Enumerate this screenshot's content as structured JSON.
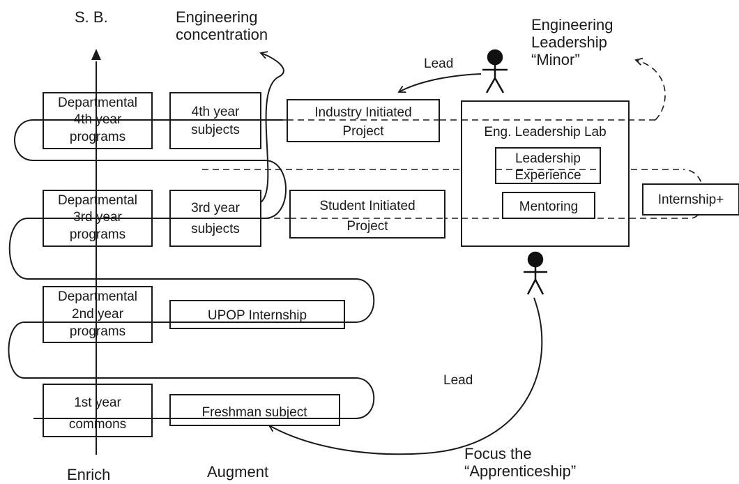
{
  "labels": {
    "axis_top": "S. B.",
    "axis_bottom_left": "Enrich",
    "axis_bottom_mid": "Augment",
    "eng_concentration_1": "Engineering",
    "eng_concentration_2": "concentration",
    "eng_minor_1": "Engineering",
    "eng_minor_2": "Leadership",
    "eng_minor_3": "“Minor”",
    "lead_top": "Lead",
    "lead_bottom": "Lead",
    "focus_1": "Focus the",
    "focus_2": "“Apprenticeship”"
  },
  "departmental": [
    {
      "line1": "Departmental",
      "line2": "4th year",
      "line3": "programs"
    },
    {
      "line1": "Departmental",
      "line2": "3rd year",
      "line3": "programs"
    },
    {
      "line1": "Departmental",
      "line2": "2nd year",
      "line3": "programs"
    },
    {
      "line1": "1st year",
      "line2": "commons"
    }
  ],
  "subjects": {
    "y4_line1": "4th year",
    "y4_line2": "subjects",
    "y3_line1": "3rd year",
    "y3_line2": "subjects",
    "upop": "UPOP Internship",
    "freshman": "Freshman  subject"
  },
  "projects": {
    "industry_line1": "Industry  Initiated",
    "industry_line2": "Project",
    "student_line1": "Student  Initiated",
    "student_line2": "Project"
  },
  "lab": {
    "title": "Eng. Leadership Lab",
    "experience_line1": "Leadership",
    "experience_line2": "Experience",
    "mentoring": "Mentoring"
  },
  "internship_plus": "Internship+"
}
